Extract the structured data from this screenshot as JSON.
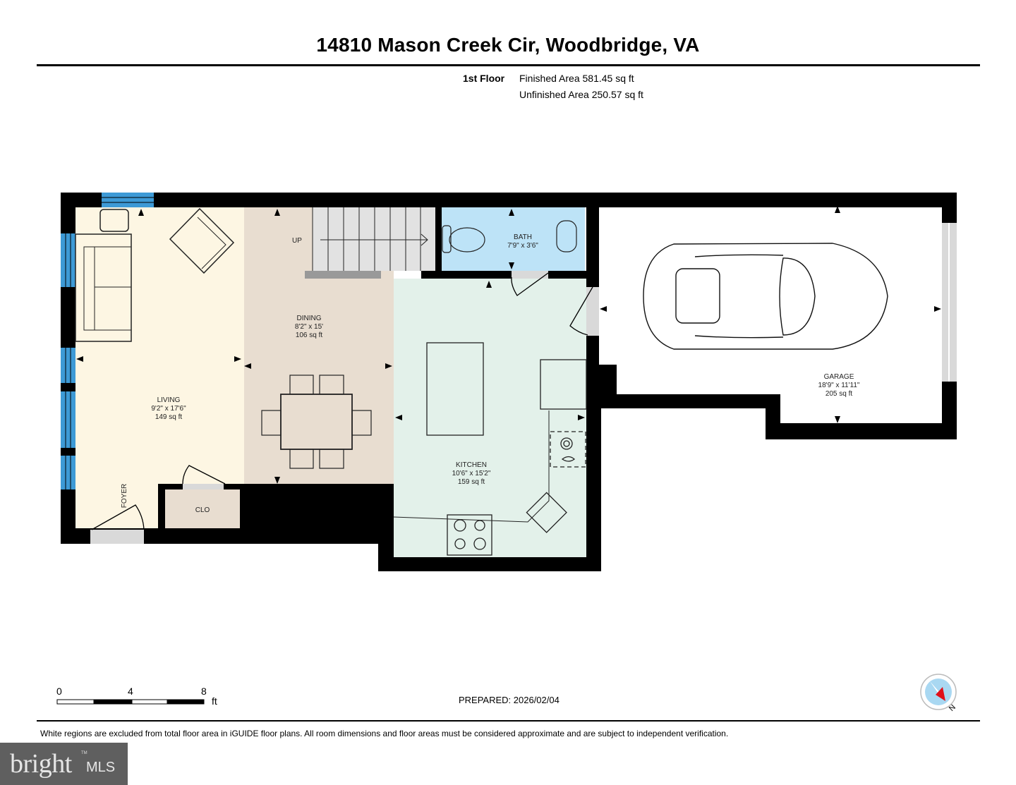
{
  "header": {
    "title": "14810 Mason Creek Cir, Woodbridge, VA",
    "floor": "1st Floor",
    "finished_area": "Finished Area 581.45 sq ft",
    "unfinished_area": "Unfinished Area 250.57 sq ft"
  },
  "rooms": {
    "living": {
      "name": "LIVING",
      "dims": "9'2\" x 17'6\"",
      "area": "149 sq ft",
      "color": "#fdf6e3"
    },
    "dining": {
      "name": "DINING",
      "dims": "8'2\" x 15'",
      "area": "106 sq ft",
      "color": "#e8ddd0"
    },
    "bath": {
      "name": "BATH",
      "dims": "7'9\" x 3'6\"",
      "color": "#bde3f7"
    },
    "kitchen": {
      "name": "KITCHEN",
      "dims": "10'6\" x 15'2\"",
      "area": "159 sq ft",
      "color": "#e3f1ea"
    },
    "garage": {
      "name": "GARAGE",
      "dims": "18'9\" x 11'11\"",
      "area": "205 sq ft",
      "color": "#ffffff"
    },
    "closet": {
      "name": "CLO",
      "color": "#e8ddd0"
    },
    "foyer": {
      "name": "FOYER"
    },
    "stairs": {
      "label": "UP",
      "color": "#e2e2e2"
    }
  },
  "colors": {
    "wall": "#000000",
    "window": "#3d9ad6",
    "door_opening": "#d9d9d9",
    "compass_fill": "#a9d8f2",
    "compass_needle": "#e0101a"
  },
  "scale_bar": {
    "ticks": [
      "0",
      "4",
      "8"
    ],
    "unit": "ft"
  },
  "footer": {
    "prepared": "PREPARED: 2026/02/04",
    "disclaimer": "White regions are excluded from total floor area in iGUIDE floor plans. All room dimensions and floor areas must be considered approximate and are subject to independent verification.",
    "compass_label": "N"
  },
  "logo": {
    "brand": "bright",
    "suffix": "MLS",
    "tm": "TM"
  }
}
